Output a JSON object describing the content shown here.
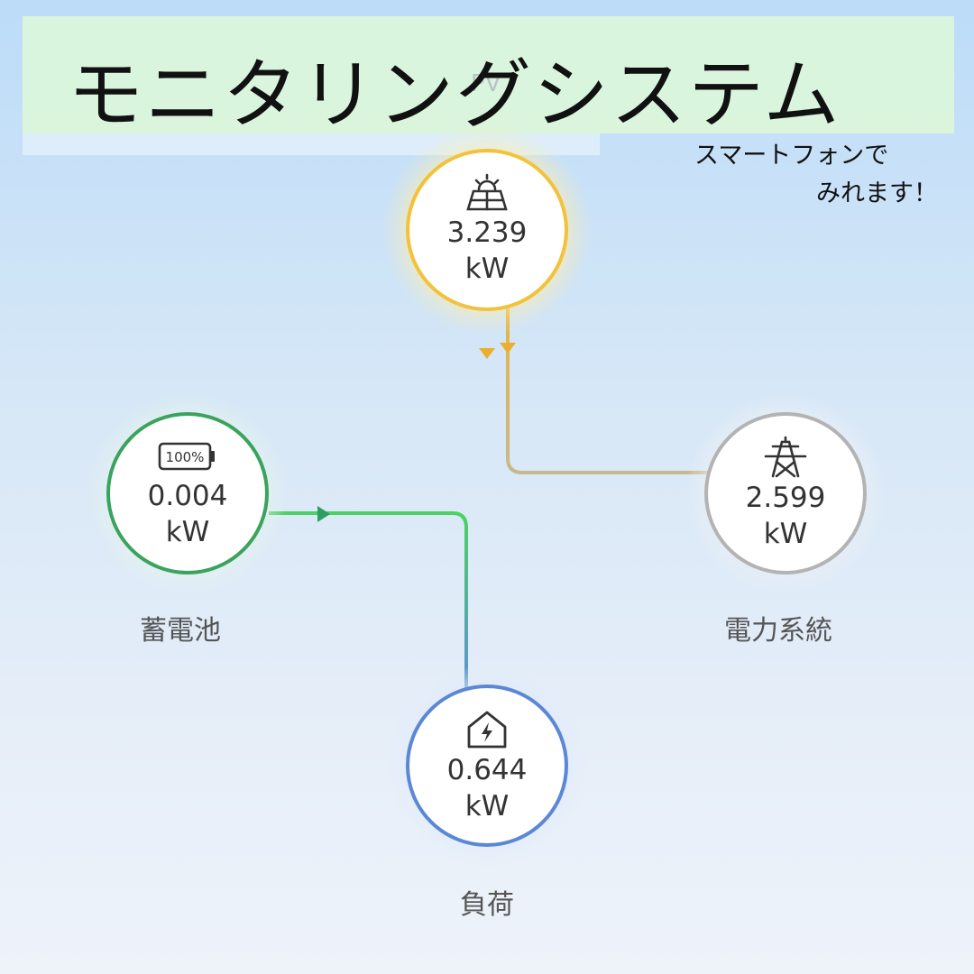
{
  "header": {
    "title": "モニタリングシステム",
    "pv_label": "PV",
    "subtitle_line1": "スマートフォンで",
    "subtitle_line2": "みれます！"
  },
  "nodes": {
    "pv": {
      "value": "3.239",
      "unit": "kW",
      "icon": "solar-panel-icon",
      "color": "#f3c23a"
    },
    "battery": {
      "value": "0.004",
      "unit": "kW",
      "label": "蓄電池",
      "icon": "battery-icon",
      "battery_text": "100%",
      "color": "#3aa35c"
    },
    "grid": {
      "value": "2.599",
      "unit": "kW",
      "label": "電力系統",
      "icon": "power-tower-icon",
      "color": "#b3b3b3"
    },
    "load": {
      "value": "0.644",
      "unit": "kW",
      "label": "負荷",
      "icon": "house-lightning-icon",
      "color": "#5b87d6"
    }
  },
  "flow_colors": {
    "pv_line": "#e7b33a",
    "battery_line": "#4fd35c",
    "load_line": "#6a98d8",
    "grid_line": "#c9c0a6"
  }
}
